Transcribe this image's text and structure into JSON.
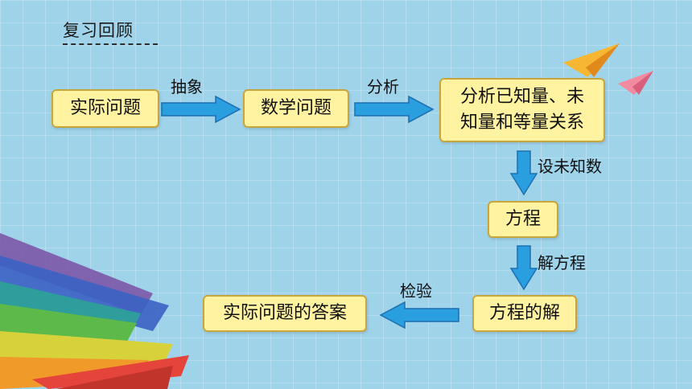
{
  "slide": {
    "title": "复习回顾"
  },
  "nodes": {
    "real_problem": "实际问题",
    "math_problem": "数学问题",
    "analyze_line1": "分析已知量、未",
    "analyze_line2": "知量和等量关系",
    "equation": "方程",
    "solution": "方程的解",
    "real_answer": "实际问题的答案"
  },
  "edges": {
    "abstract": "抽象",
    "analyze": "分析",
    "set_unknown": "设未知数",
    "solve": "解方程",
    "verify": "检验"
  },
  "colors": {
    "background": "#9fd3ea",
    "box_fill": "#fff2a0",
    "box_border": "#c9a63c",
    "arrow_fill": "#2a9fe0",
    "arrow_stroke": "#1d6fb0"
  }
}
